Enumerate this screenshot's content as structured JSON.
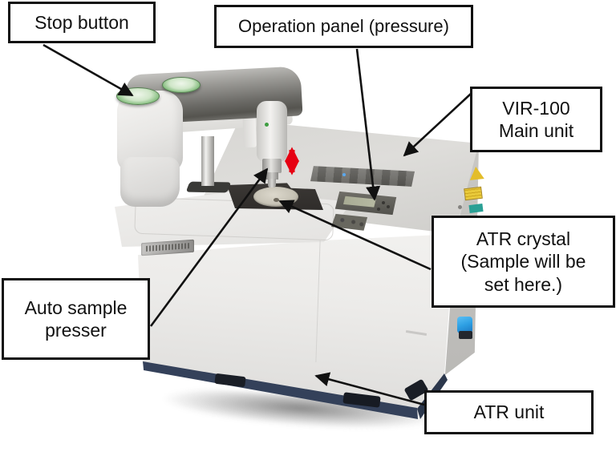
{
  "callouts": [
    {
      "id": "stop-button",
      "label": "Stop button"
    },
    {
      "id": "operation-panel",
      "label": "Operation panel (pressure)"
    },
    {
      "id": "vir-100-main-unit",
      "label": "VIR-100\nMain unit"
    },
    {
      "id": "atr-crystal",
      "label": "ATR crystal\n(Sample will be\nset here.)"
    },
    {
      "id": "auto-sample-presser",
      "label": "Auto sample\npresser"
    },
    {
      "id": "atr-unit",
      "label": "ATR unit"
    }
  ],
  "annotation_arrows": [
    {
      "from": "stop-button",
      "points_to": "green stop button on presser arm"
    },
    {
      "from": "operation-panel",
      "points_to": "pressure operation panel on main unit deck"
    },
    {
      "from": "vir-100-main-unit",
      "points_to": "main unit top deck"
    },
    {
      "from": "atr-crystal",
      "points_to": "circular crystal plate on sample stage"
    },
    {
      "from": "auto-sample-presser",
      "points_to": "presser tip above ATR crystal"
    },
    {
      "from": "atr-unit",
      "points_to": "front panel of ATR unit"
    }
  ],
  "motion_arrow": {
    "meaning": "presser moves up and down",
    "color": "#e60012"
  },
  "colors": {
    "background": "#ffffff",
    "callout_border": "#111111",
    "callout_background": "#ffffff",
    "arrow_black": "#111111",
    "arrow_red": "#e60012",
    "instrument_body": "#ecebe9",
    "base_navy": "#34415a",
    "stop_button_green": "#7fba79",
    "connector_blue": "#2d9fe3",
    "warning_label_yellow": "#e3bd2a",
    "stage_black": "#332f2c",
    "atr_crystal_silver": "#c7c3b6"
  }
}
